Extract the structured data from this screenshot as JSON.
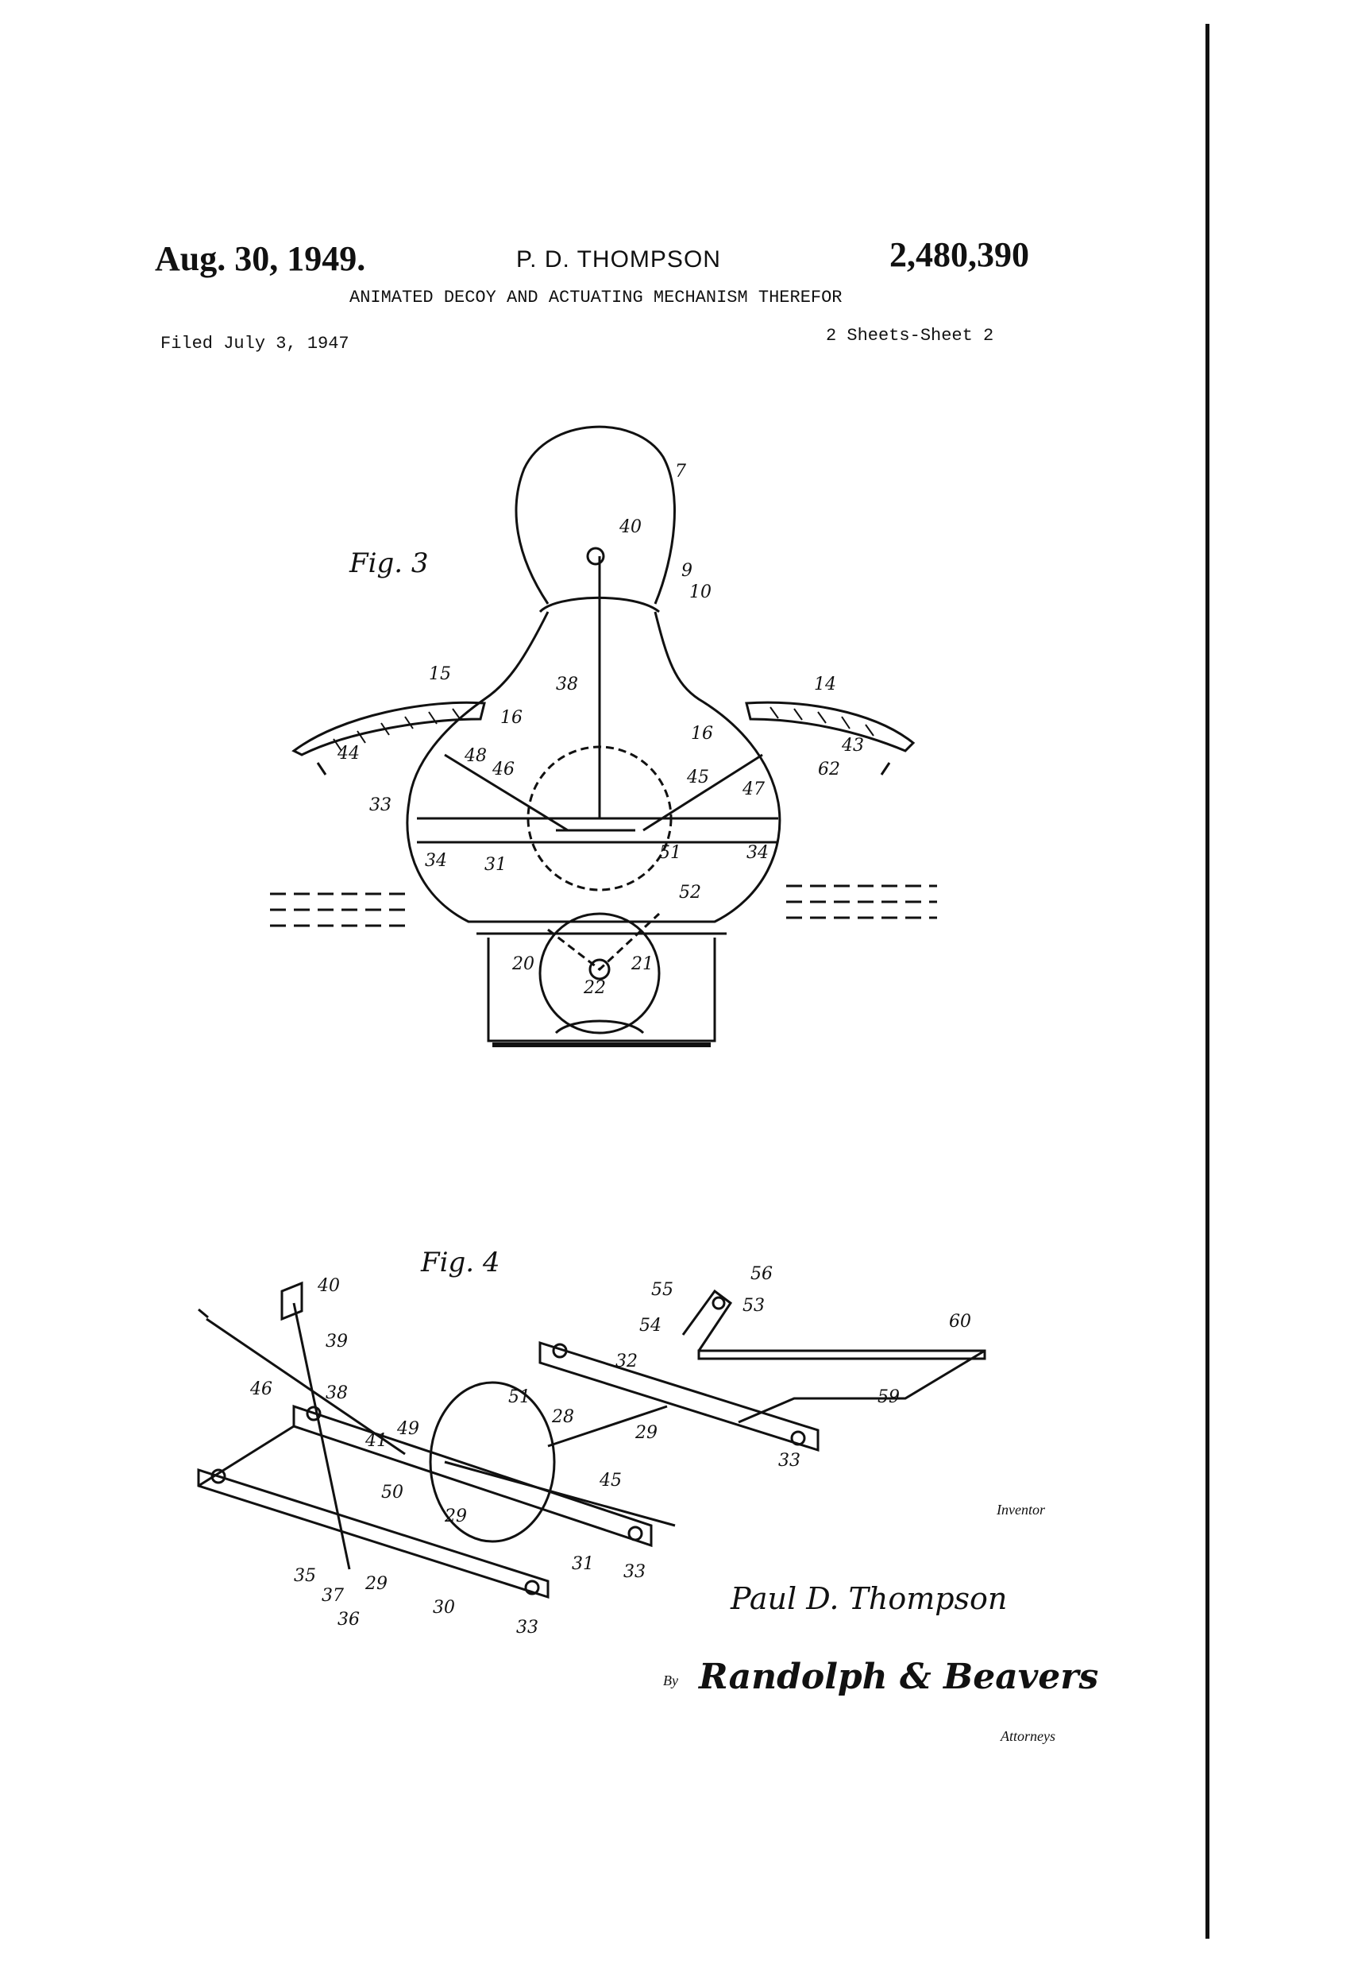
{
  "header": {
    "date": "Aug. 30, 1949.",
    "inventor": "P. D. THOMPSON",
    "patent_number": "2,480,390",
    "title": "ANIMATED DECOY AND ACTUATING MECHANISM THEREFOR",
    "filed": "Filed July 3, 1947",
    "sheets": "2 Sheets-Sheet 2"
  },
  "figures": {
    "fig3": {
      "label": "Fig. 3",
      "refs": {
        "r7": "7",
        "r40": "40",
        "r9": "9",
        "r10": "10",
        "r15": "15",
        "r14": "14",
        "r38": "38",
        "r16a": "16",
        "r16b": "16",
        "r44": "44",
        "r48": "48",
        "r46": "46",
        "r45": "45",
        "r47": "47",
        "r43": "43",
        "r62": "62",
        "r33": "33",
        "r34a": "34",
        "r31": "31",
        "r51": "51",
        "r34b": "34",
        "r52": "52",
        "r20": "20",
        "r21": "21",
        "r22": "22"
      }
    },
    "fig4": {
      "label": "Fig. 4",
      "refs": {
        "r56": "56",
        "r55": "55",
        "r53": "53",
        "r54": "54",
        "r60": "60",
        "r40": "40",
        "r39": "39",
        "r32": "32",
        "r59": "59",
        "r46": "46",
        "r38": "38",
        "r51": "51",
        "r28": "28",
        "r29a": "29",
        "r41": "41",
        "r49": "49",
        "r33a": "33",
        "r45": "45",
        "r50": "50",
        "r29b": "29",
        "r31": "31",
        "r33b": "33",
        "r35": "35",
        "r37": "37",
        "r29c": "29",
        "r36": "36",
        "r30": "30",
        "r33c": "33"
      }
    }
  },
  "signature": {
    "inventor_label": "Inventor",
    "inventor_name": "Paul D. Thompson",
    "by": "By",
    "attorneys_name": "Randolph & Beavers",
    "attorneys_label": "Attorneys"
  }
}
